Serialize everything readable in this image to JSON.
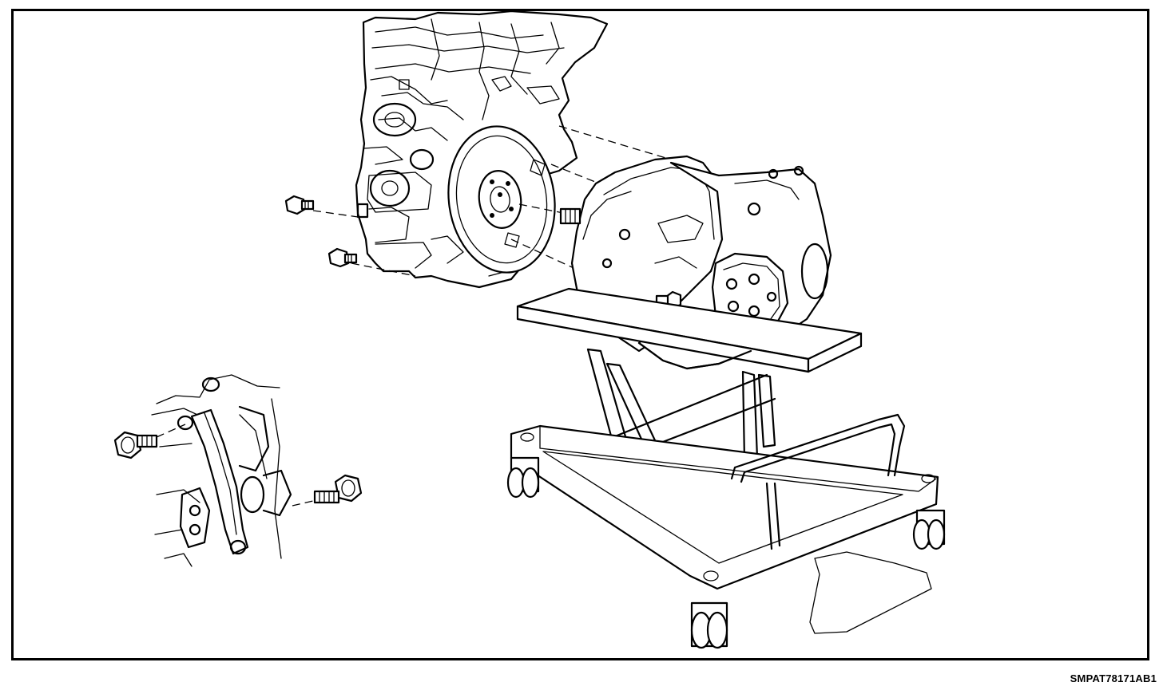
{
  "figure_code": "SMPAT78171AB1",
  "colors": {
    "line": "#000000",
    "background": "#ffffff"
  },
  "parts": [
    "engine-assembly",
    "flywheel",
    "transmission",
    "transmission-jack",
    "mounting-bolts",
    "transmission-bracket-detail"
  ]
}
